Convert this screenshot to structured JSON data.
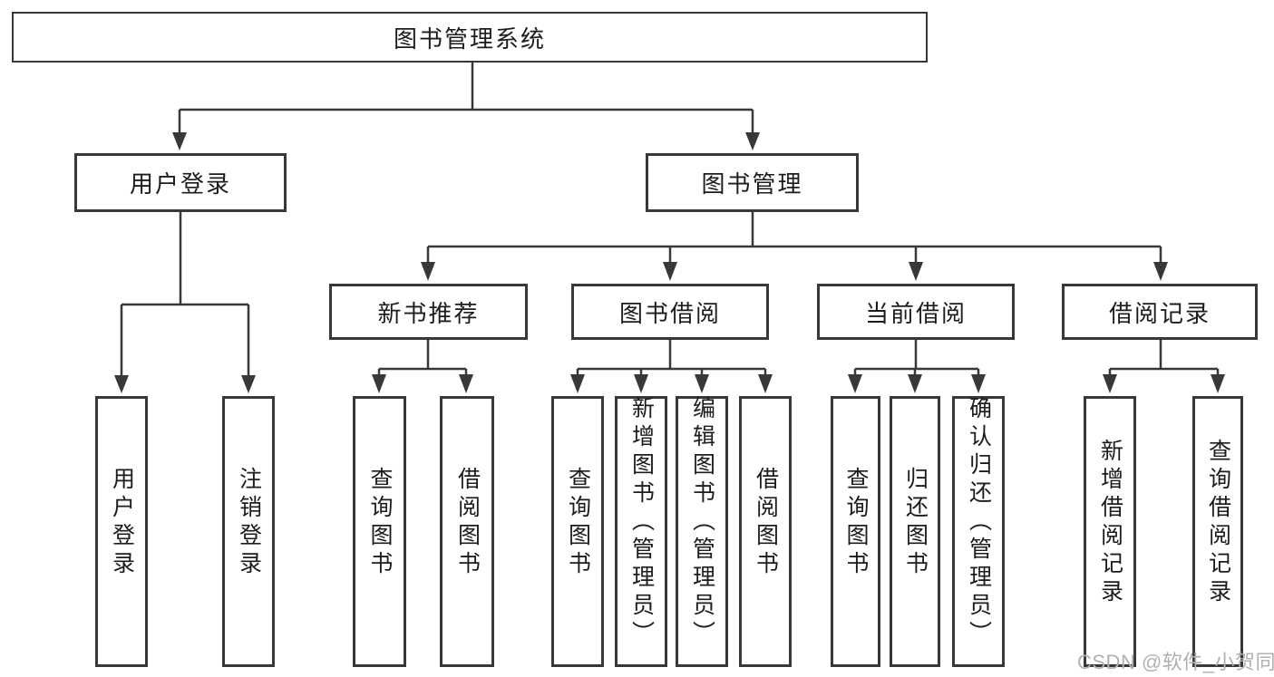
{
  "diagram_title": "图书管理系统",
  "root": {
    "label": "图书管理系统"
  },
  "branches": {
    "user_login": {
      "label": "用户登录",
      "children": {
        "login": {
          "label": "用户登录"
        },
        "logout": {
          "label": "注销登录"
        }
      }
    },
    "book_mgmt": {
      "label": "图书管理",
      "children": {
        "new_book_rec": {
          "label": "新书推荐",
          "children": {
            "query_books": {
              "label": "查询图书"
            },
            "borrow_books": {
              "label": "借阅图书"
            }
          }
        },
        "book_borrow": {
          "label": "图书借阅",
          "children": {
            "query_books": {
              "label": "查询图书"
            },
            "add_books": {
              "label": "新增图书（管理员）"
            },
            "edit_books": {
              "label": "编辑图书（管理员）"
            },
            "borrow_books": {
              "label": "借阅图书"
            }
          }
        },
        "current_borrow": {
          "label": "当前借阅",
          "children": {
            "query_books": {
              "label": "查询图书"
            },
            "return_books": {
              "label": "归还图书"
            },
            "confirm_return": {
              "label": "确认归还（管理员）"
            }
          }
        },
        "borrow_records": {
          "label": "借阅记录",
          "children": {
            "add_record": {
              "label": "新增借阅记录"
            },
            "query_record": {
              "label": "查询借阅记录"
            }
          }
        }
      }
    }
  },
  "watermark": {
    "text": "CSDN @软件_小贺同学"
  },
  "colors": {
    "line": "#383838",
    "box_border": "#383838",
    "text": "#1c1c1c",
    "watermark": "#b0b0b0",
    "background": "#ffffff"
  }
}
